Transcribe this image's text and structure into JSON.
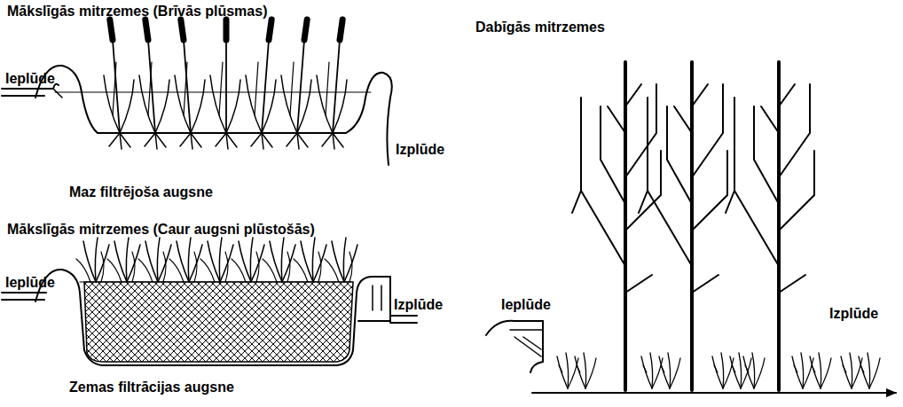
{
  "diagram": {
    "labels": [
      "Mākslīgās mitrzemes (Brīvās plūsmas)",
      "Ieplūde",
      "Izplūde",
      "Maz filtrējoša augsne",
      "Mākslīgās mitrzemes (Caur augsni plūstošās)",
      "Ieplūde",
      "Izplūde",
      "Zemas filtrācijas augsne",
      "Dabīgās mitrzemes",
      "Ieplūde",
      "Izplūde"
    ]
  }
}
